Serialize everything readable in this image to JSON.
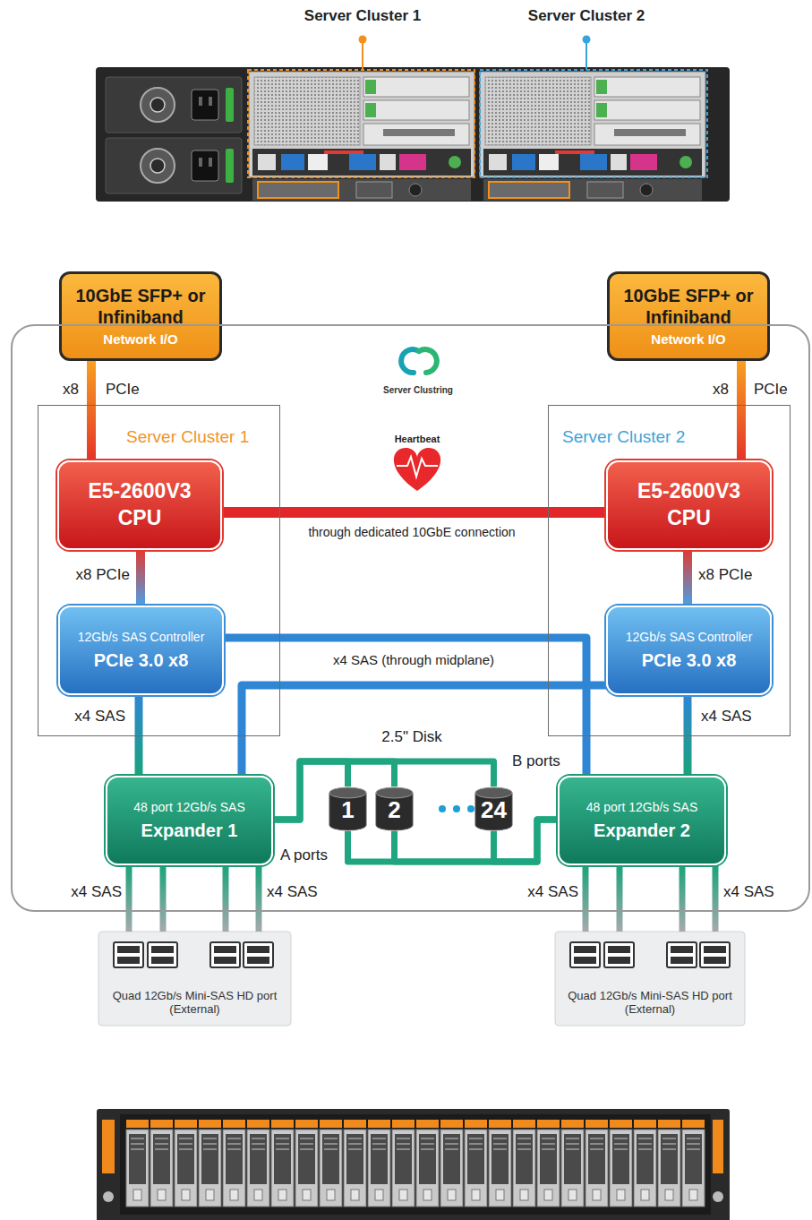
{
  "diagram": {
    "nodes": [
      {
        "text": [
          "10GbE SFP+ or Infiniband",
          "Network I/O"
        ]
      },
      {
        "text": [
          "10GbE SFP+ or Infiniband",
          "Network I/O"
        ]
      },
      {
        "text": [
          "Server Clustring"
        ]
      },
      {
        "text": [
          "Server Cluster 1"
        ],
        "in": 2
      },
      {
        "text": [
          "E5-2600V3 CPU"
        ],
        "in": 3
      },
      {
        "text": [
          "12Gb/s SAS Controller",
          "PCIe 3.0 x8"
        ],
        "in": 3
      },
      {
        "text": [
          "Server Cluster 2"
        ],
        "in": 2
      },
      {
        "text": [
          "E5-2600V3 CPU"
        ],
        "in": 6
      },
      {
        "text": [
          "12Gb/s SAS Controller",
          "PCIe 3.0 x8"
        ],
        "in": 6
      },
      {
        "text": [
          "48 port 12Gb/s SAS",
          "Expander 1"
        ],
        "in": 2
      },
      {
        "text": [
          "1"
        ],
        "in": 2
      },
      {
        "text": [
          "2"
        ],
        "in": 2
      },
      {
        "text": [
          "24"
        ],
        "in": 2
      },
      {
        "text": [
          "48 port 12Gb/s SAS",
          "Expander 2"
        ],
        "in": 2
      },
      {
        "text": [
          "Quad 12Gb/s Mini-SAS HD port (External)"
        ]
      },
      {
        "text": [
          "Quad 12Gb/s Mini-SAS HD port (External)"
        ]
      }
    ],
    "edges": [
      {
        "from": 0,
        "to": 4,
        "arrow": "none"
      },
      {
        "from": 1,
        "to": 7,
        "arrow": "none"
      },
      {
        "from": 4,
        "to": 7,
        "label": "through dedicated 10GbE connection",
        "arrow": "none"
      },
      {
        "from": 4,
        "to": 5,
        "arrow": "none"
      },
      {
        "from": 7,
        "to": 8,
        "arrow": "none"
      },
      {
        "from": 5,
        "to": 9,
        "arrow": "none"
      },
      {
        "from": 5,
        "to": 13,
        "label": "x4 SAS (through midplane)",
        "arrow": "none"
      },
      {
        "from": 8,
        "to": 9,
        "arrow": "none"
      },
      {
        "from": 8,
        "to": 13,
        "arrow": "none"
      },
      {
        "from": 9,
        "to": 10,
        "arrow": "none"
      },
      {
        "from": 9,
        "to": 11,
        "arrow": "none"
      },
      {
        "from": 9,
        "to": 12,
        "arrow": "none"
      },
      {
        "from": 13,
        "to": 10,
        "arrow": "none"
      },
      {
        "from": 13,
        "to": 11,
        "arrow": "none"
      },
      {
        "from": 13,
        "to": 12,
        "arrow": "none"
      },
      {
        "from": 9,
        "to": 14,
        "arrow": "none"
      },
      {
        "from": 13,
        "to": 15,
        "arrow": "none"
      }
    ],
    "labels": [
      "Server Cluster 1",
      "Server Cluster 2",
      "x8",
      "PCIe",
      "x8",
      "PCIe",
      "Heartbeat",
      "x8 PCIe",
      "x8 PCIe",
      "x4 SAS",
      "x4 SAS",
      "2.5\" Disk",
      "B ports",
      "A ports",
      "x4 SAS",
      "x4 SAS",
      "x4 SAS",
      "x4 SAS"
    ]
  }
}
